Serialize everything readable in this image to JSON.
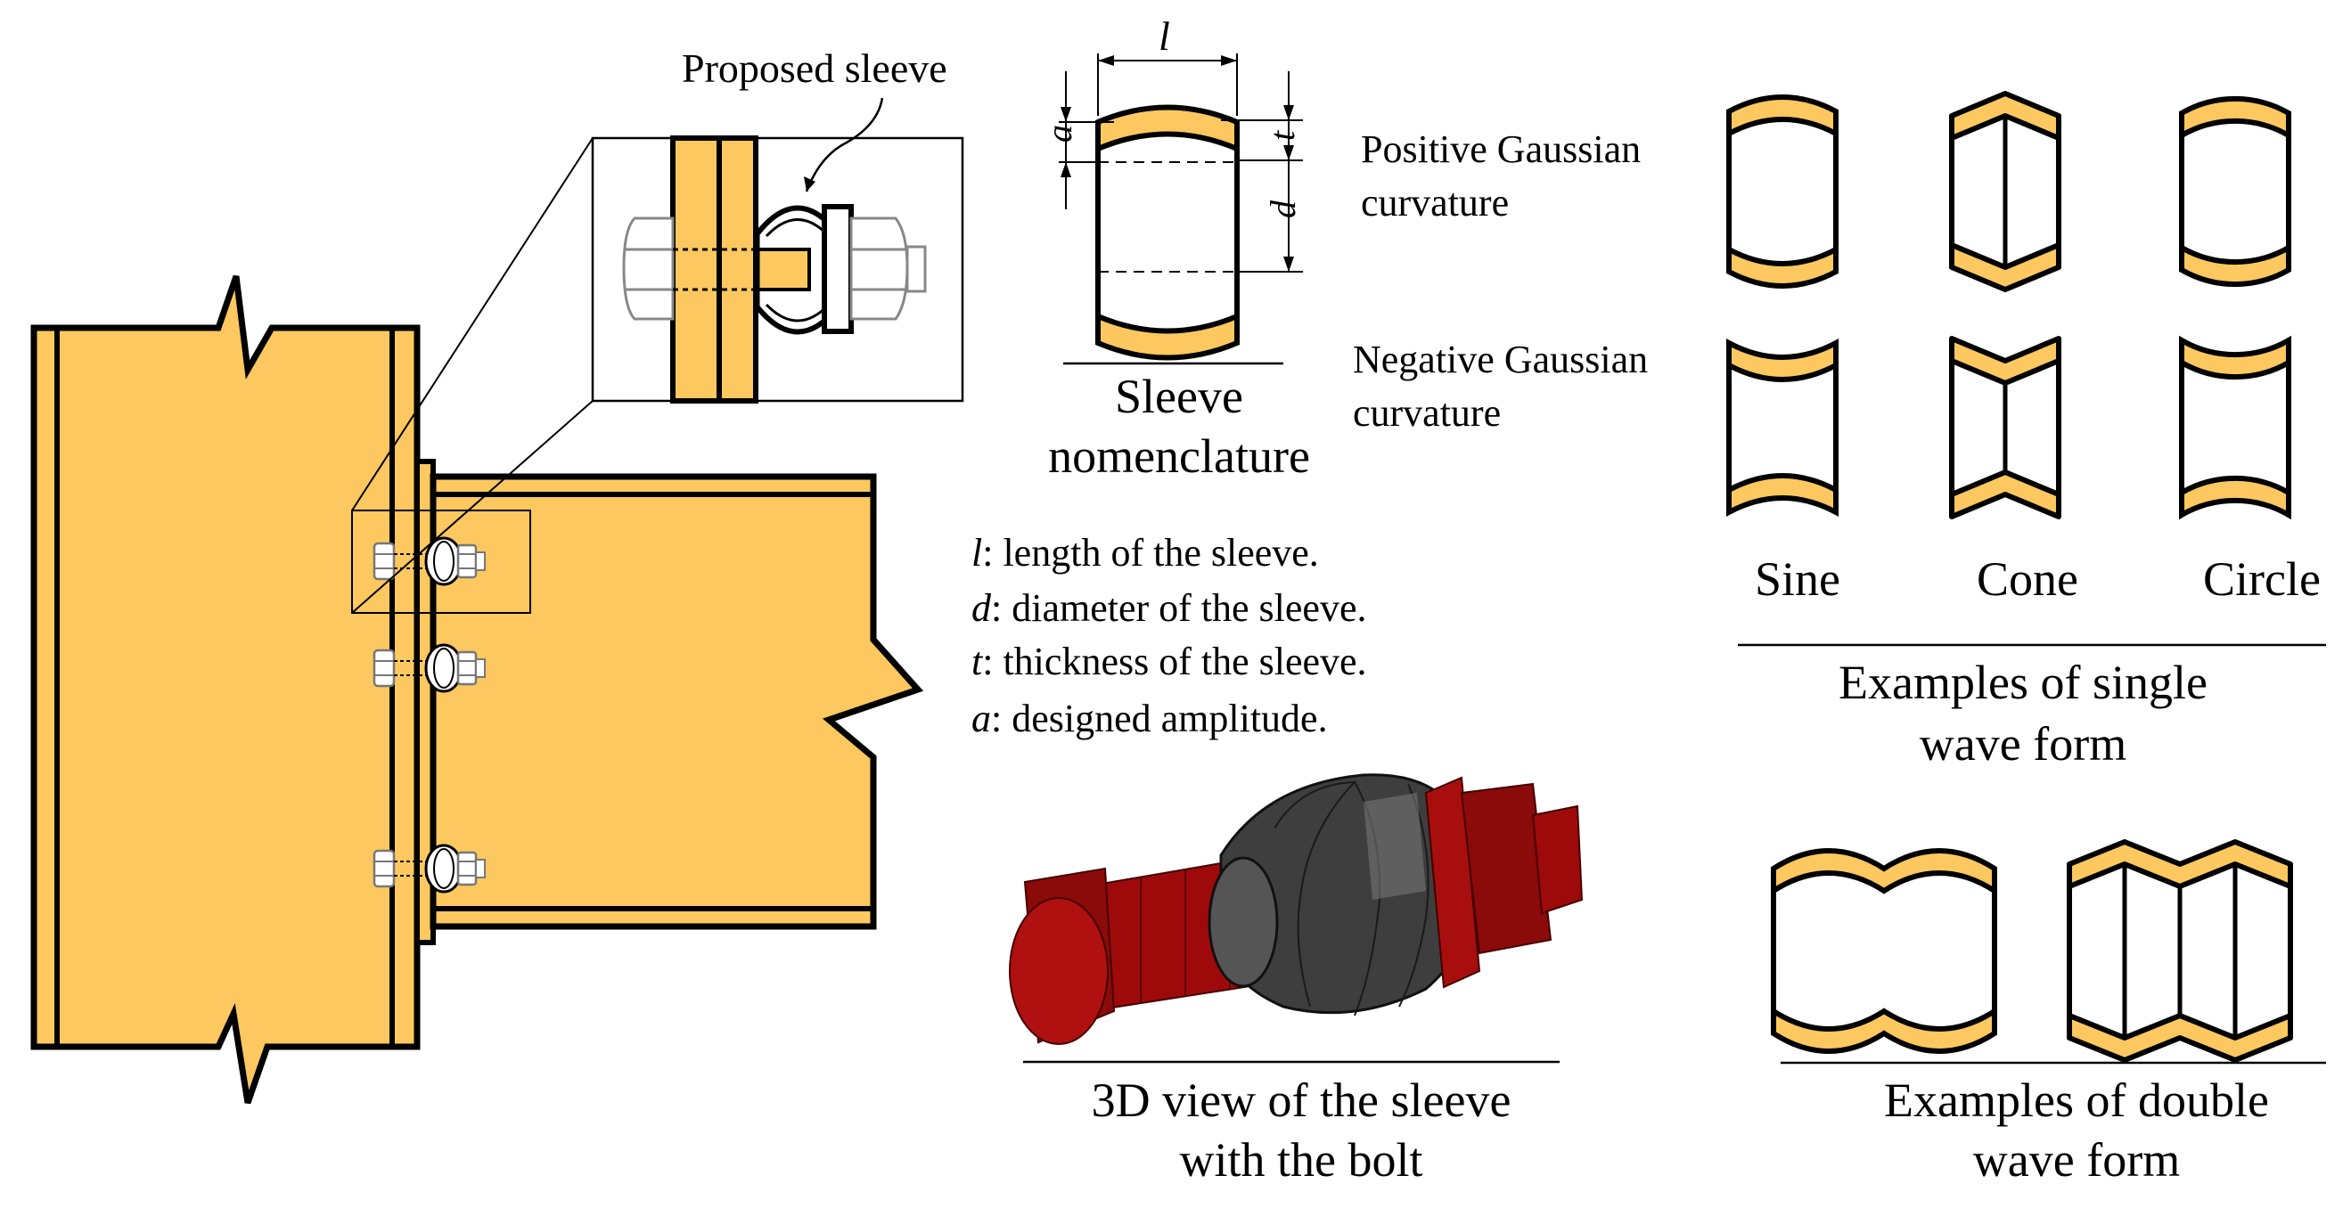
{
  "colors": {
    "steel_fill": "#FCC85F",
    "outline": "#000000",
    "background": "#FFFFFF",
    "bolt_red": "#9E0A0A",
    "sleeve_gray": "#3E3E3E"
  },
  "callout": {
    "label": "Proposed sleeve"
  },
  "nomenclature": {
    "dim_l": "l",
    "dim_a": "a",
    "dim_t": "t",
    "dim_d": "d",
    "caption_line1": "Sleeve",
    "caption_line2": "nomenclature"
  },
  "legend": [
    {
      "symbol": "l",
      "text": ": length of the sleeve."
    },
    {
      "symbol": "d",
      "text": ": diameter of the sleeve."
    },
    {
      "symbol": "t",
      "text": ": thickness of the sleeve."
    },
    {
      "symbol": "a",
      "text": ": designed amplitude."
    }
  ],
  "view3d": {
    "caption_line1": "3D view of the sleeve",
    "caption_line2": "with the bolt"
  },
  "single_wave": {
    "positive_label_line1": "Positive Gaussian",
    "positive_label_line2": "curvature",
    "negative_label_line1": "Negative Gaussian",
    "negative_label_line2": "curvature",
    "columns": [
      "Sine",
      "Cone",
      "Circle"
    ],
    "caption_line1": "Examples of single",
    "caption_line2": "wave form"
  },
  "double_wave": {
    "caption_line1": "Examples of double",
    "caption_line2": "wave form"
  },
  "icons": [
    "bolt-icon",
    "nut-icon",
    "sleeve-icon"
  ]
}
